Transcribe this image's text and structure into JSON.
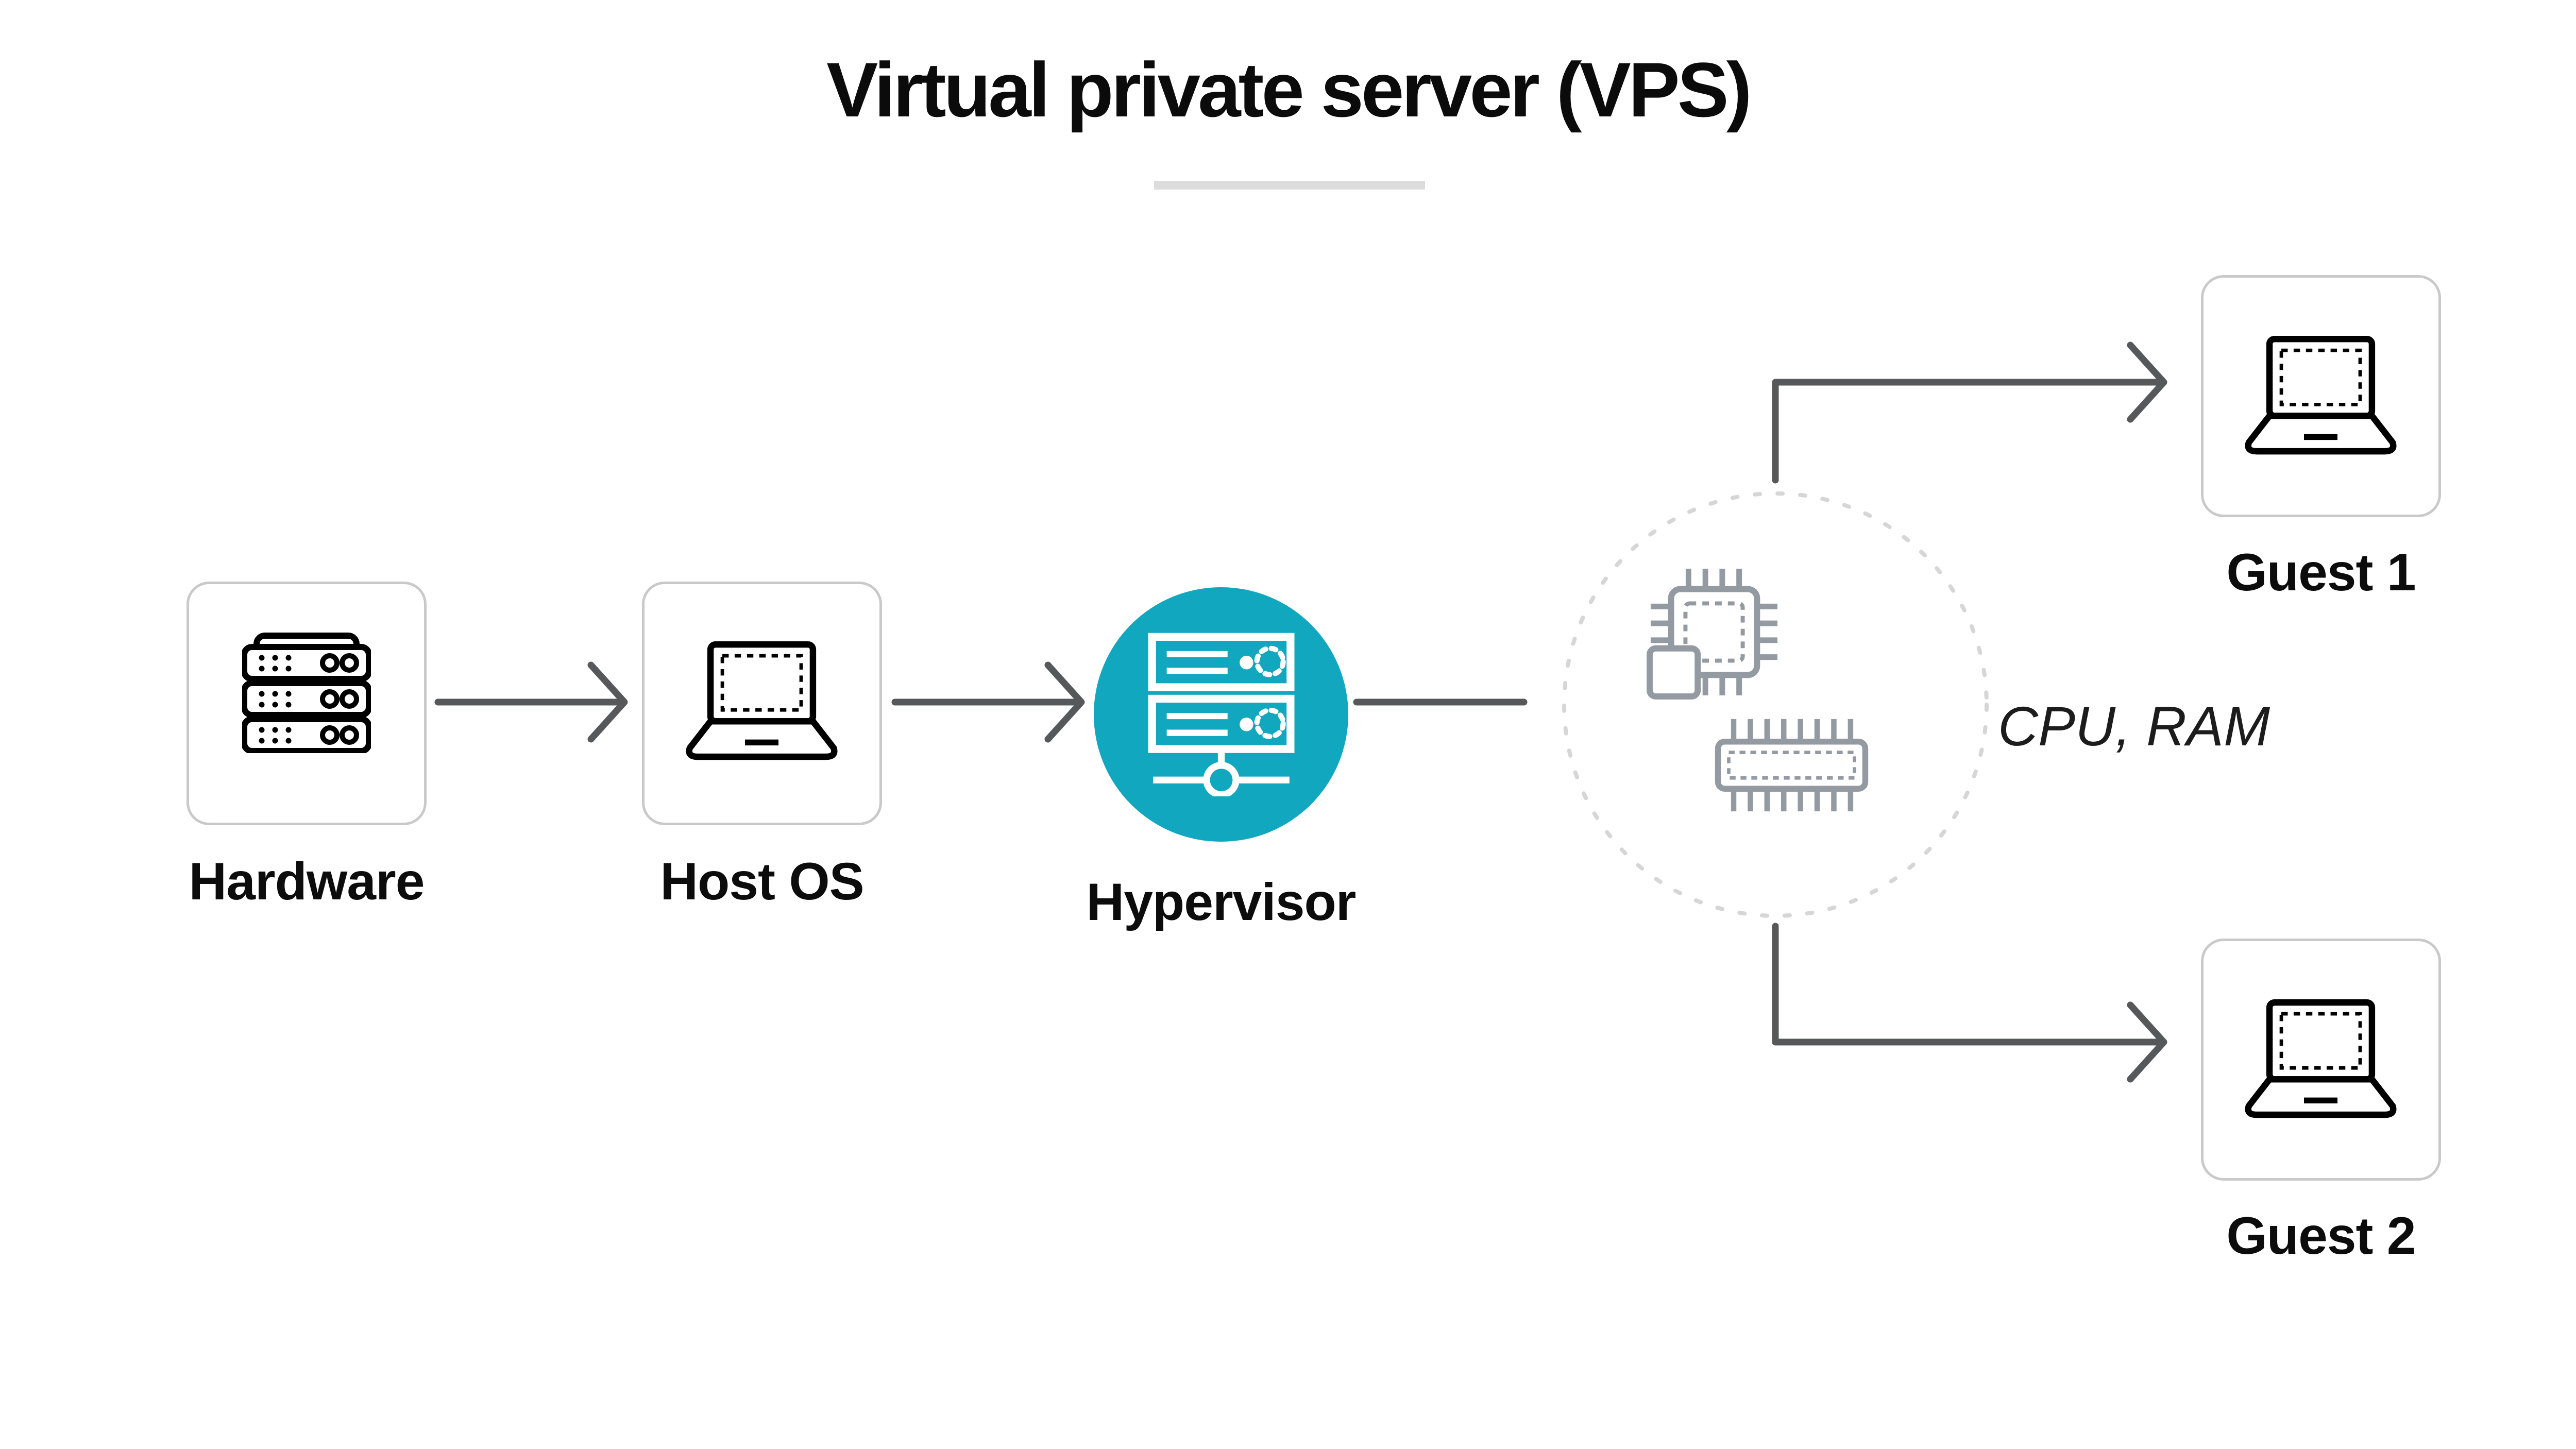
{
  "title": {
    "text": "Virtual private server (VPS)"
  },
  "nodes": {
    "hardware": {
      "label": "Hardware",
      "icon": "server-rack-icon"
    },
    "host_os": {
      "label": "Host OS",
      "icon": "laptop-icon"
    },
    "hypervisor": {
      "label": "Hypervisor",
      "icon": "server-network-icon"
    },
    "resources": {
      "label": "CPU, RAM",
      "icons": [
        "cpu-chip-icon",
        "ram-module-icon"
      ]
    },
    "guest_1": {
      "label": "Guest 1",
      "icon": "laptop-icon"
    },
    "guest_2": {
      "label": "Guest 2",
      "icon": "laptop-icon"
    }
  },
  "connections": [
    {
      "from": "hardware",
      "to": "host_os",
      "style": "arrow"
    },
    {
      "from": "host_os",
      "to": "hypervisor",
      "style": "arrow"
    },
    {
      "from": "hypervisor",
      "to": "resources",
      "style": "line"
    },
    {
      "from": "resources",
      "to": "guest_1",
      "style": "elbow-arrow"
    },
    {
      "from": "resources",
      "to": "guest_2",
      "style": "elbow-arrow"
    }
  ],
  "colors": {
    "accent_teal": "#10A7BF",
    "icon_gray": "#939AA2",
    "connector_gray": "#57585A",
    "box_border": "#C9C9C9",
    "dashed_circle_gray": "#D6D6D6",
    "divider_gray": "#DCDCDC",
    "text": "#0C0C0C",
    "background": "#FFFFFF"
  }
}
